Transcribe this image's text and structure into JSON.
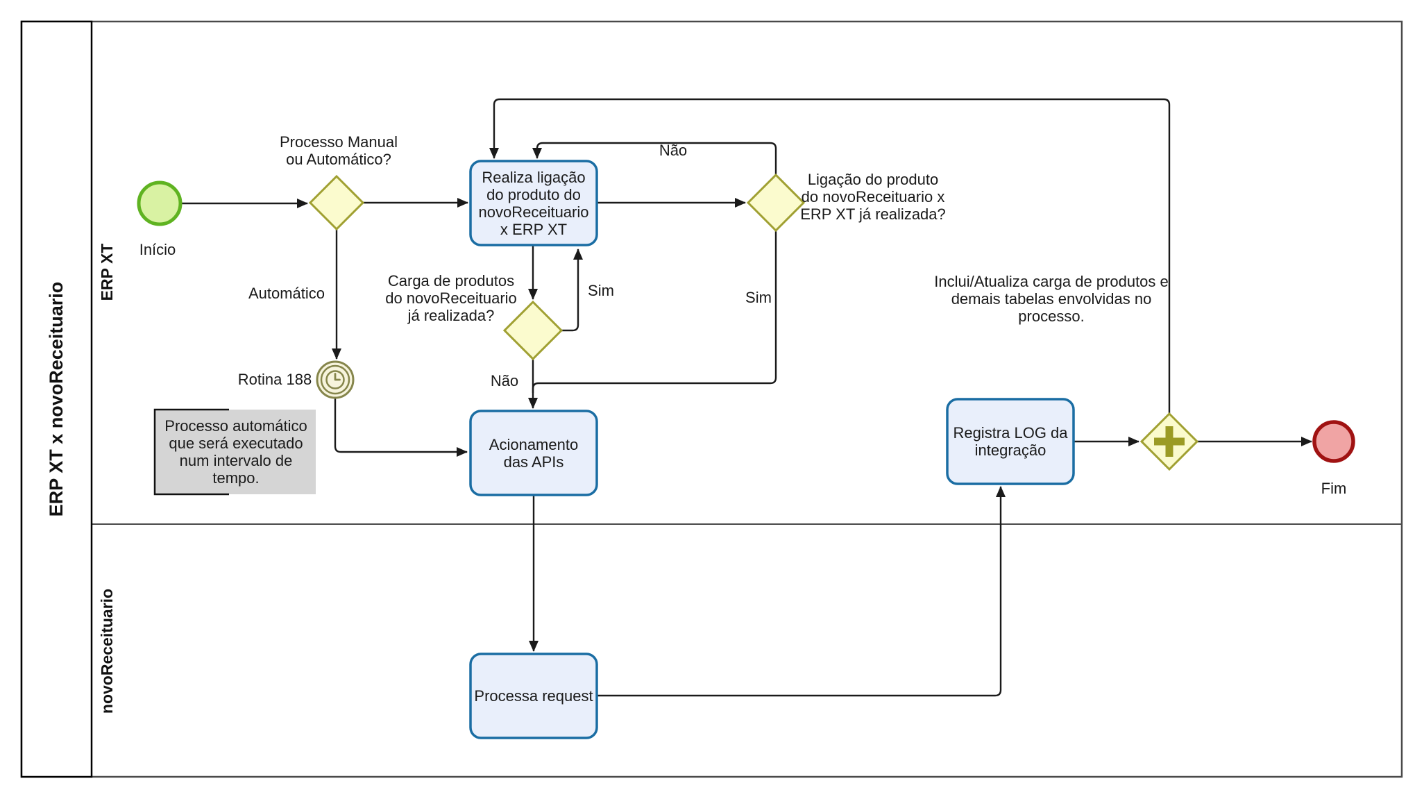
{
  "diagram": {
    "pool_title": "ERP XT x novoReceituario",
    "lanes": [
      {
        "title": "ERP XT"
      },
      {
        "title": "novoReceituario"
      }
    ],
    "nodes": {
      "start_event": {
        "label": "Início"
      },
      "gateway_manual_auto": {
        "line1": "Processo Manual",
        "line2": "ou Automático?"
      },
      "task_realiza_ligacao": {
        "line1": "Realiza ligação",
        "line2": "do produto do",
        "line3": "novoReceituario",
        "line4": "x ERP XT"
      },
      "gateway_ligacao_realizada": {
        "line1": "Ligação do produto",
        "line2": "do novoReceituario x",
        "line3": "ERP XT já realizada?"
      },
      "gateway_carga_realizada": {
        "line1": "Carga de produtos",
        "line2": "do novoReceituario",
        "line3": "já realizada?"
      },
      "timer_event": {
        "label": "Rotina 188"
      },
      "note": {
        "line1": "Processo automático",
        "line2": "que será executado",
        "line3": "num intervalo de",
        "line4": "tempo."
      },
      "task_acionamento": {
        "line1": "Acionamento",
        "line2": "das APIs"
      },
      "task_registra_log": {
        "line1": "Registra LOG da",
        "line2": "integração"
      },
      "parallel_gateway": {
        "symbol": "plus"
      },
      "end_event": {
        "label": "Fim"
      },
      "annotation": {
        "line1": "Inclui/Atualiza carga de produtos e",
        "line2": "demais tabelas envolvidas no",
        "line3": "processo."
      },
      "task_processa_request": {
        "label": "Processa request"
      }
    },
    "edge_labels": {
      "automatico": "Automático",
      "nao_ligacao": "Não",
      "sim_ligacao": "Sim",
      "sim_carga": "Sim",
      "nao_carga": "Não"
    },
    "colors": {
      "task_fill": "#e9effb",
      "task_border": "#1a6da3",
      "gateway_fill": "#fbfbce",
      "gateway_border": "#a0a032",
      "start_fill": "#d9f2a3",
      "start_border": "#5fb321",
      "end_fill": "#f0a4a4",
      "end_border": "#a01212",
      "timer_ring": "#85854b",
      "note_fill": "#d5d5d5",
      "flow_line": "#1a1a1a",
      "pool_border": "#4a4a4a"
    }
  }
}
